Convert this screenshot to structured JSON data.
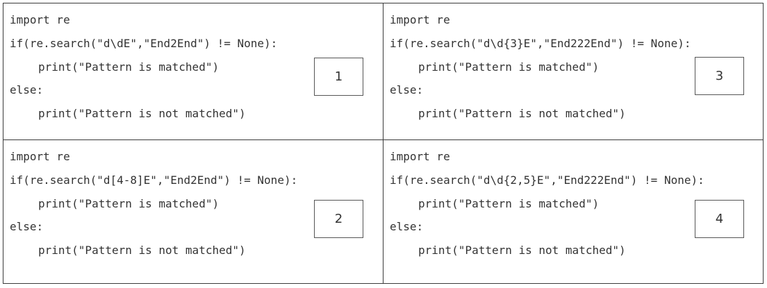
{
  "panels": [
    {
      "number": "1",
      "lines": [
        "import re",
        "if(re.search(\"d\\dE\",\"End2End\") != None):",
        "print(\"Pattern is matched\")",
        "else:",
        "print(\"Pattern is not matched\")"
      ]
    },
    {
      "number": "3",
      "lines": [
        "import re",
        "if(re.search(\"d\\d{3}E\",\"End222End\") != None):",
        "print(\"Pattern is matched\")",
        "else:",
        "print(\"Pattern is not matched\")"
      ]
    },
    {
      "number": "2",
      "lines": [
        "import re",
        "if(re.search(\"d[4-8]E\",\"End2End\") != None):",
        "print(\"Pattern is matched\")",
        "else:",
        "print(\"Pattern is not matched\")"
      ]
    },
    {
      "number": "4",
      "lines": [
        "import re",
        "if(re.search(\"d\\d{2,5}E\",\"End222End\") != None):",
        "print(\"Pattern is matched\")",
        "else:",
        "print(\"Pattern is not matched\")"
      ]
    }
  ]
}
